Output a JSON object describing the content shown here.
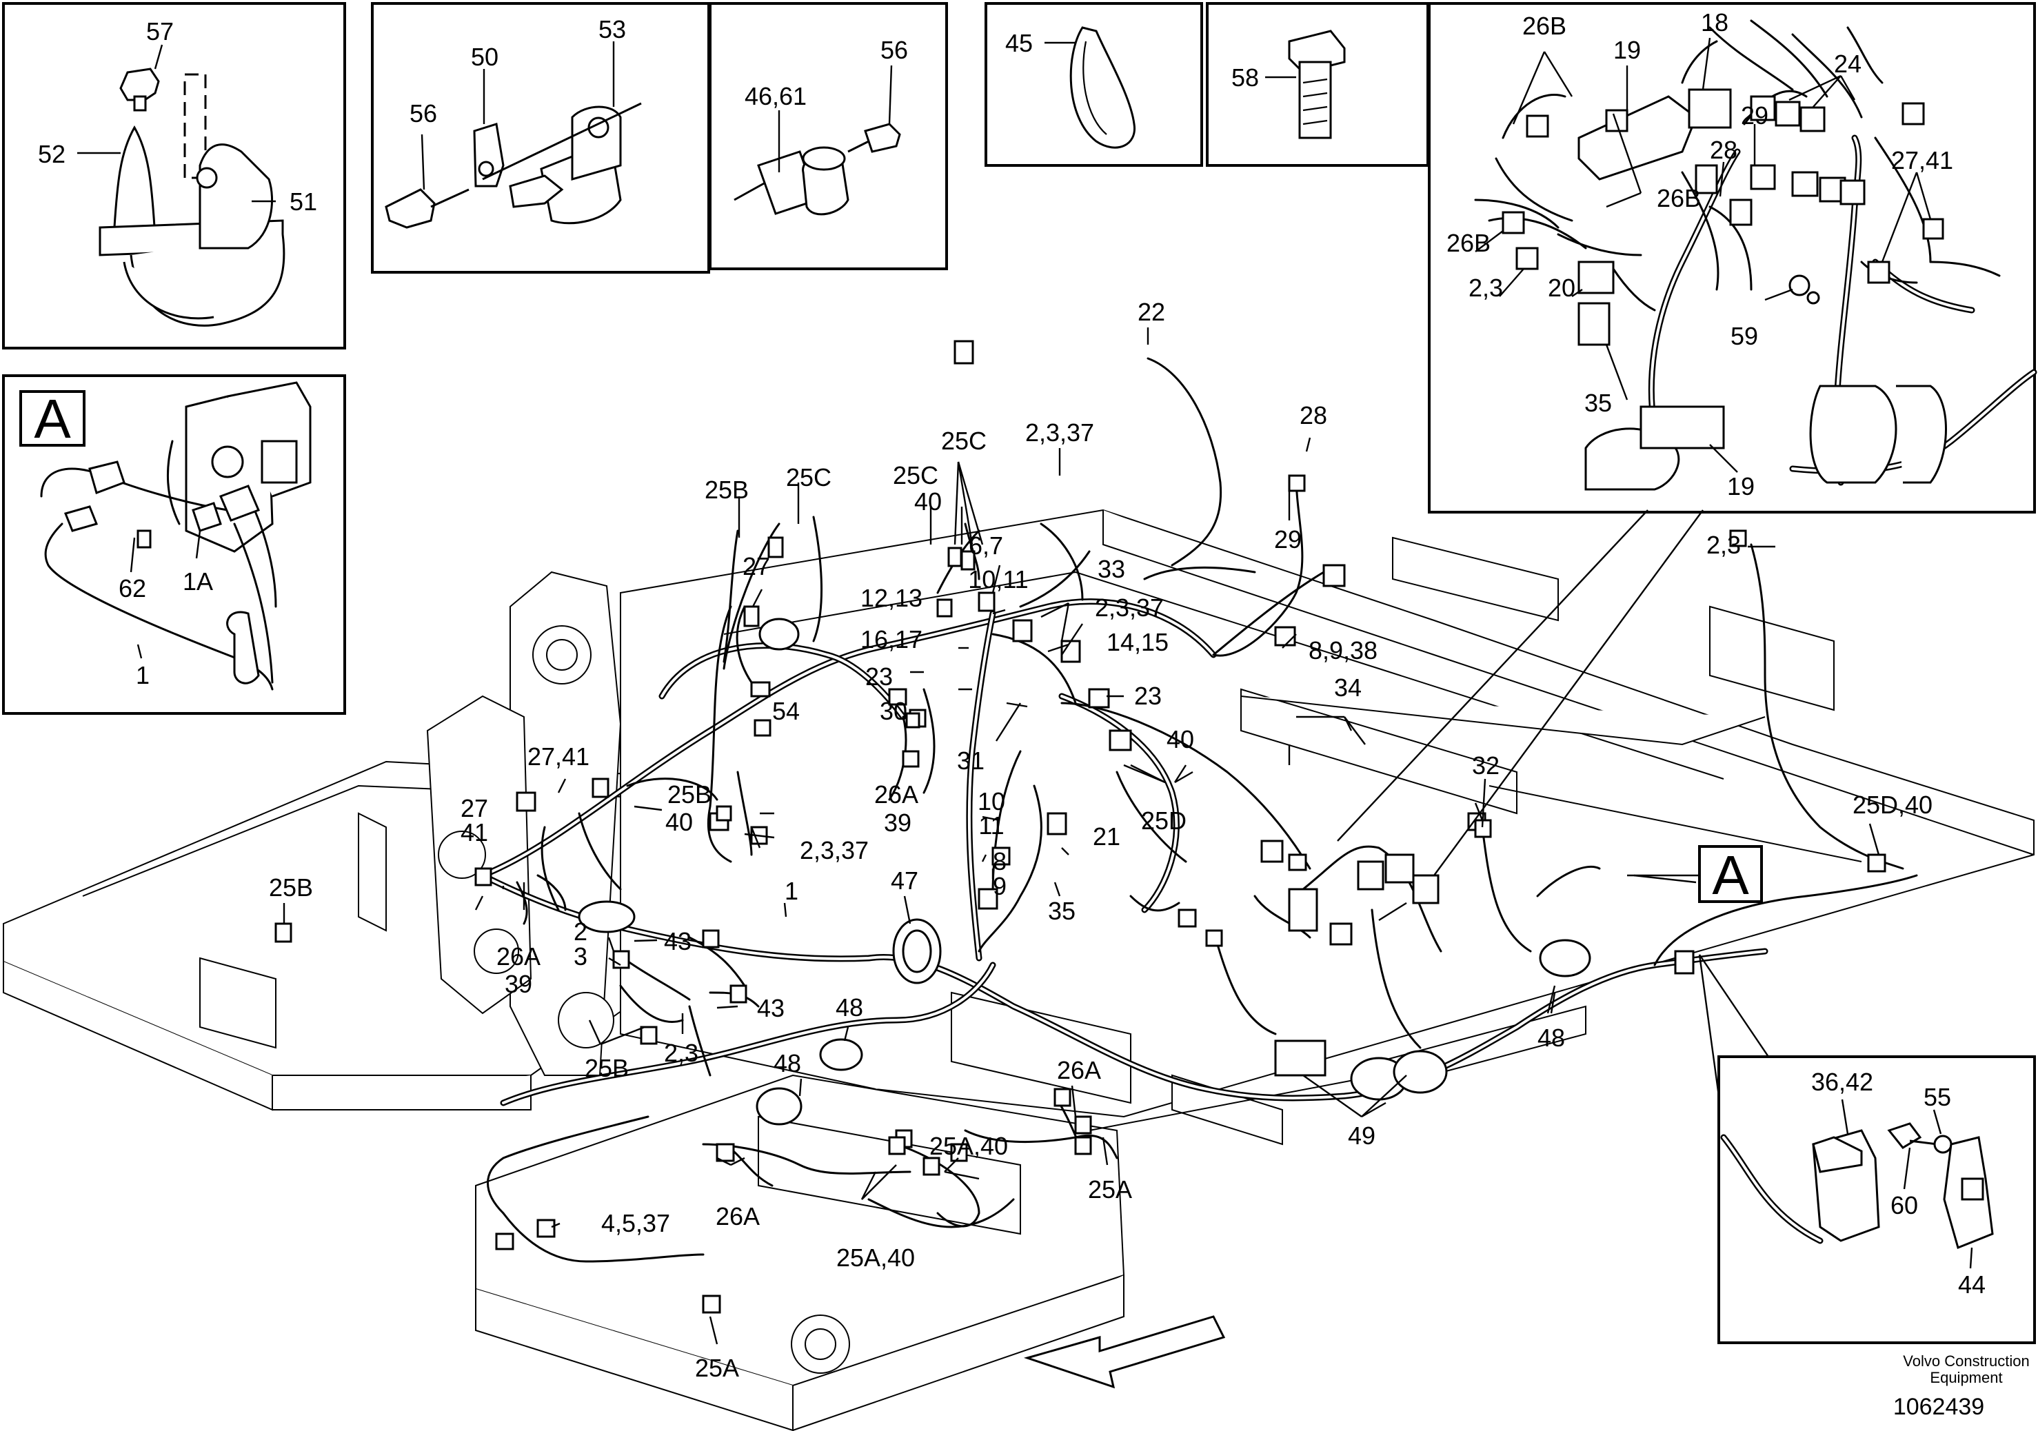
{
  "insets": {
    "clip_52": {
      "labels": [
        "57",
        "52",
        "51"
      ]
    },
    "clip_50": {
      "labels": [
        "50",
        "53",
        "56"
      ]
    },
    "clip_46": {
      "labels": [
        "56",
        "46,61"
      ]
    },
    "tie_45": {
      "labels": [
        "45"
      ]
    },
    "bolt_58": {
      "labels": [
        "58"
      ]
    },
    "detail_top_right": {
      "labels": [
        "26B",
        "19",
        "18",
        "24",
        "29",
        "28",
        "27,41",
        "26B",
        "26B",
        "2,3",
        "20",
        "59",
        "35",
        "19"
      ]
    },
    "detail_A": {
      "marker": "A",
      "labels": [
        "62",
        "1A",
        "1"
      ]
    },
    "detail_bottom_right": {
      "labels": [
        "36,42",
        "55",
        "60",
        "44"
      ]
    }
  },
  "main_labels": {
    "l22": "22",
    "l28": "28",
    "l29": "29",
    "l2337a": "2,3,37",
    "l25c_a": "25C",
    "l25c_b": "25C",
    "l40a": "40",
    "l25b_a": "25B",
    "l27a": "27",
    "l67": "6,7",
    "l1011a": "10,11",
    "l33": "33",
    "l2337b": "2,3,37",
    "l1213": "12,13",
    "l1617": "16,17",
    "l1415": "14,15",
    "l8938": "8,9,38",
    "l23a": "23",
    "l23b": "23",
    "l30": "30",
    "l54": "54",
    "l31": "31",
    "l34": "34",
    "l40b": "40",
    "l2741": "27,41",
    "l25b_b": "25B",
    "l40c": "40",
    "l26a_a": "26A",
    "l39a": "39",
    "l2337c": "2,3,37",
    "l10": "10",
    "l11": "11",
    "l21": "21",
    "l25d": "25D",
    "l27b": "27",
    "l41": "41",
    "l25b_c": "25B",
    "l8": "8",
    "l9": "9",
    "l35": "35",
    "l47": "47",
    "l1": "1",
    "l26a_b": "26A",
    "l39b": "39",
    "l2": "2",
    "l3": "3",
    "l43a": "43",
    "l43b": "43",
    "l25b_d": "25B",
    "l23c": "2,3",
    "l48a": "48",
    "l48b": "48",
    "l48c": "48",
    "l26a_c": "26A",
    "l49": "49",
    "l25a40a": "25A,40",
    "l45537": "4,5,37",
    "l26a_d": "26A",
    "l25a_a": "25A",
    "l25a40b": "25A,40",
    "l25a_b": "25A",
    "l32": "32",
    "l25d40": "25D,40",
    "l23d": "2,3"
  },
  "marker_main": "A",
  "footer": {
    "company_line1": "Volvo Construction",
    "company_line2": "Equipment",
    "drawing_number": "1062439"
  }
}
